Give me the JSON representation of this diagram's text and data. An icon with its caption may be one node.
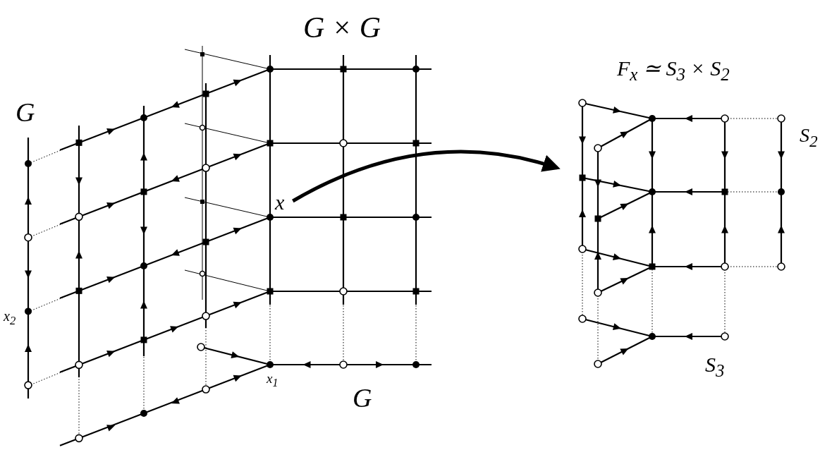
{
  "diagram": {
    "nodes": [
      {
        "text": [
          "x"
        ]
      },
      {
        "text": [],
        "shape": "picture"
      }
    ],
    "edges": [
      {
        "from": 0,
        "to": 1,
        "arrow": "to"
      }
    ],
    "labels": [
      "G × G",
      "F$_{x}$ ≃ S$_{3}$ × S$_{2}$",
      "G",
      "S$_{2}$",
      "x$_{2}$",
      "x$_{1}$",
      "G",
      "S$_{3}$"
    ]
  }
}
